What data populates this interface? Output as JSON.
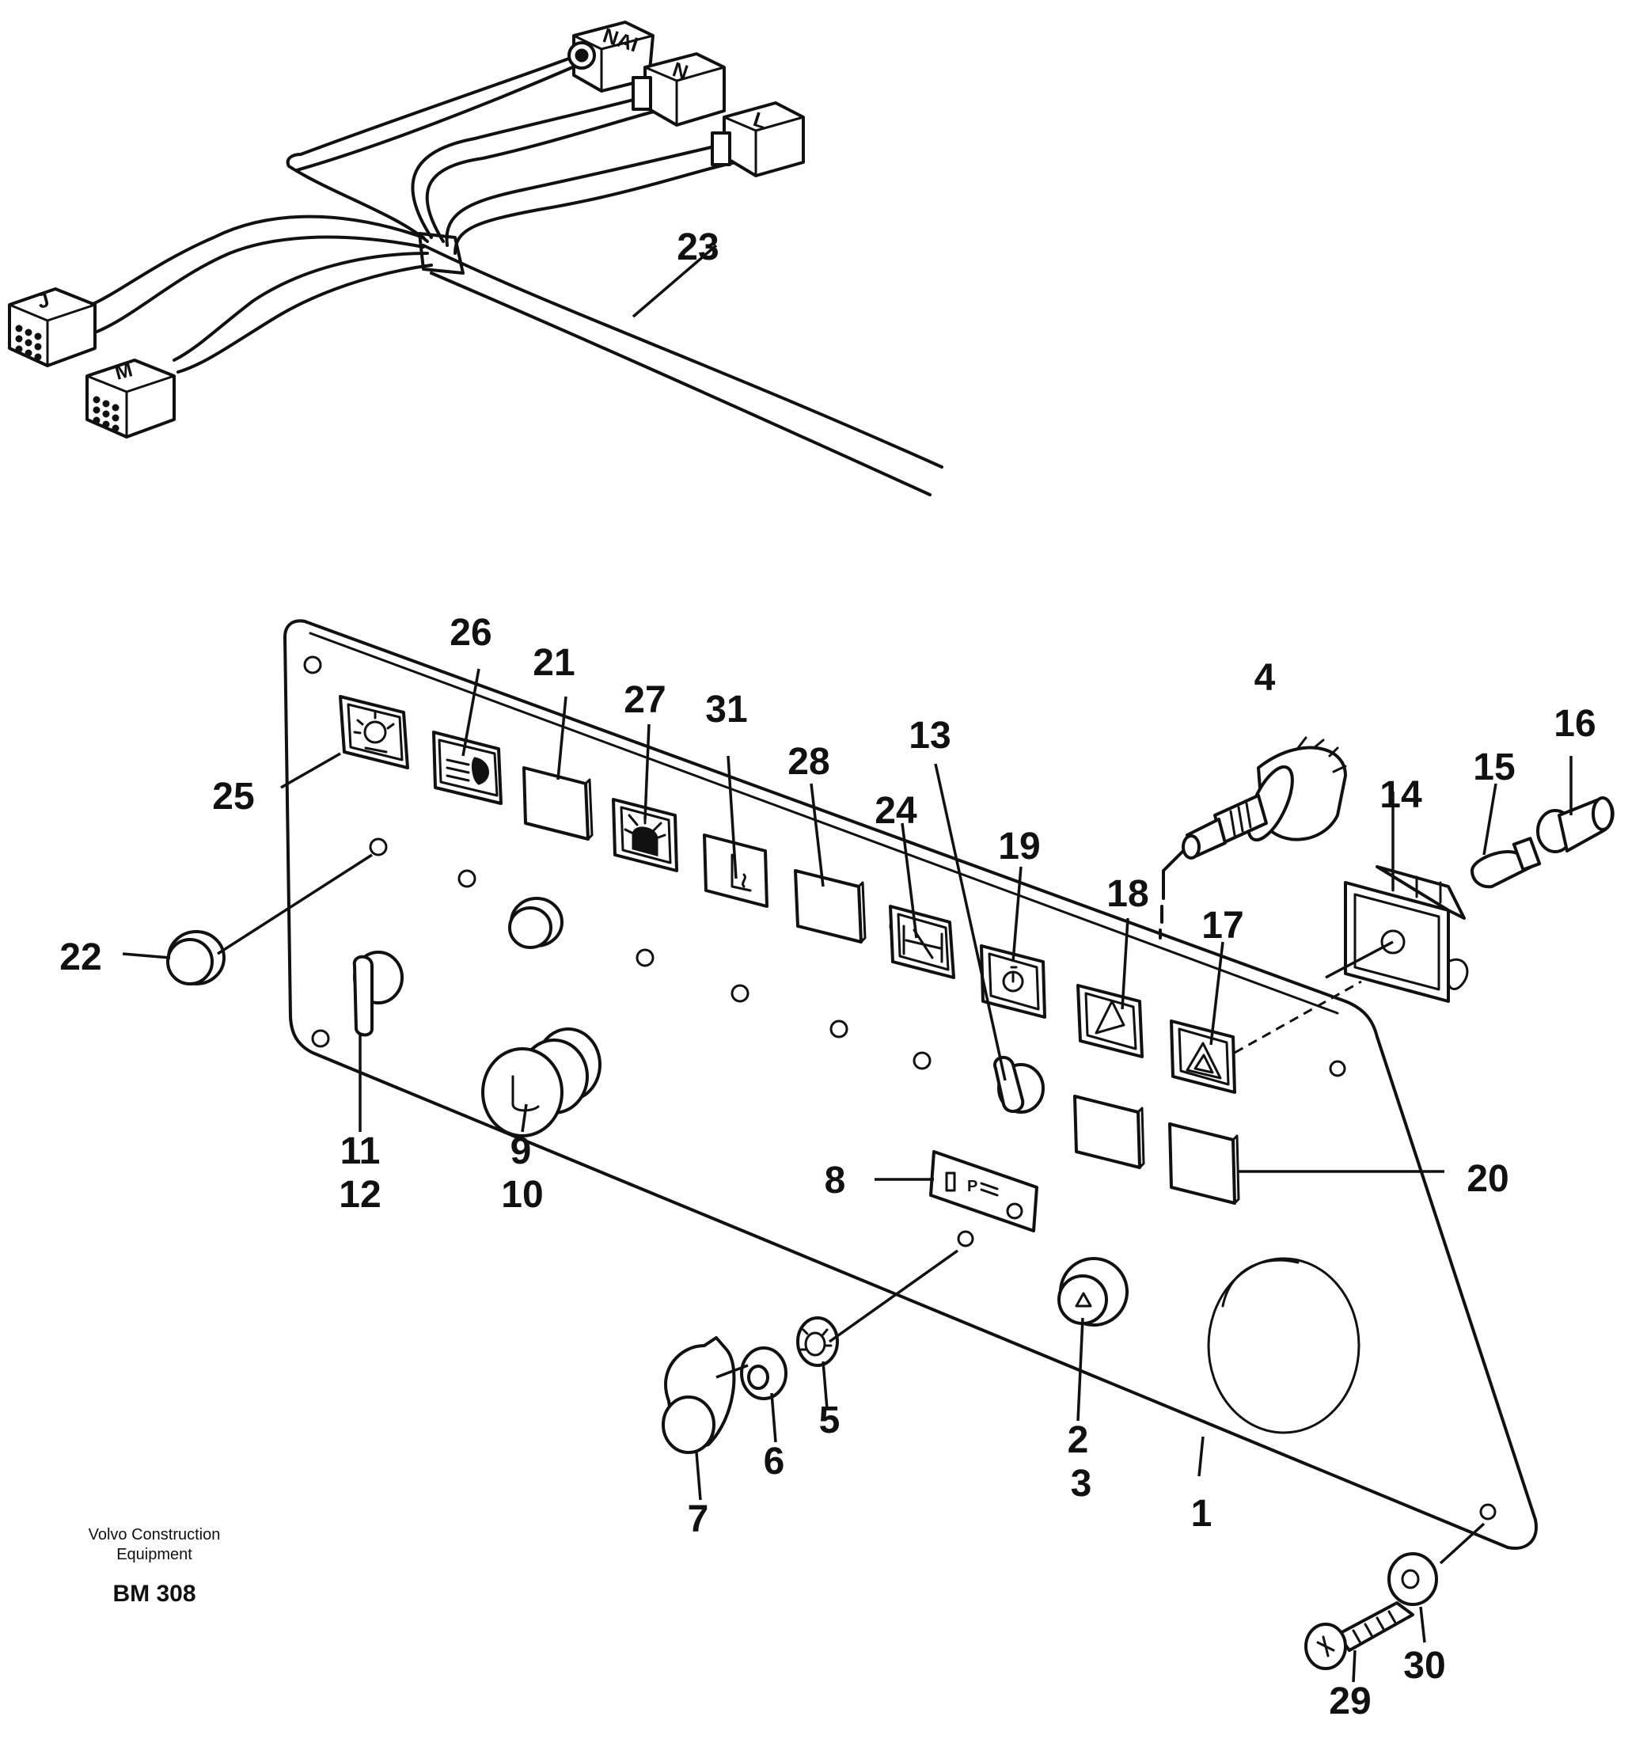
{
  "footer": {
    "maker_line1": "Volvo Construction",
    "maker_line2": "Equipment",
    "drawing_code": "BM 308"
  },
  "connector_letters": [
    "NAI",
    "N",
    "L",
    "J",
    "M"
  ],
  "callouts": {
    "c1": "1",
    "c2": "2",
    "c3": "3",
    "c4": "4",
    "c5": "5",
    "c6": "6",
    "c7": "7",
    "c8": "8",
    "c9": "9",
    "c10": "10",
    "c11": "11",
    "c12": "12",
    "c13": "13",
    "c14": "14",
    "c15": "15",
    "c16": "16",
    "c17": "17",
    "c18": "18",
    "c19": "19",
    "c20": "20",
    "c21": "21",
    "c22": "22",
    "c23": "23",
    "c24": "24",
    "c25": "25",
    "c26": "26",
    "c27": "27",
    "c28": "28",
    "c29": "29",
    "c30": "30",
    "c31": "31"
  },
  "icons": {
    "switch_25": "work-light-icon",
    "switch_26": "headlight-icon",
    "switch_27": "beacon-icon",
    "switch_31": "seat-heater-icon",
    "switch_24": "wiper-icon",
    "switch_19": "timer-icon",
    "switch_18": "windshield-icon",
    "switch_17": "hazard-icon",
    "socket_9": "cigarette-lighter-icon",
    "button_2": "warning-button-icon",
    "indicator_8": "parking-light-indicator-icon"
  }
}
